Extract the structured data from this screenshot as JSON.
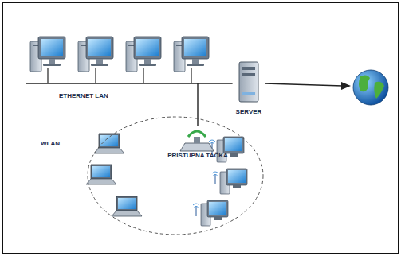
{
  "diagram": {
    "nodes": [
      {
        "text": [
          "WLAN"
        ]
      },
      {
        "text": [
          "PRISTUPNA TAČKA"
        ],
        "in": 0
      },
      {
        "text": [
          "SERVER"
        ]
      }
    ],
    "edges": [
      {
        "from": 1,
        "to": 2,
        "arrow": "none"
      }
    ],
    "labels": [
      "ETHERNET LAN"
    ]
  }
}
